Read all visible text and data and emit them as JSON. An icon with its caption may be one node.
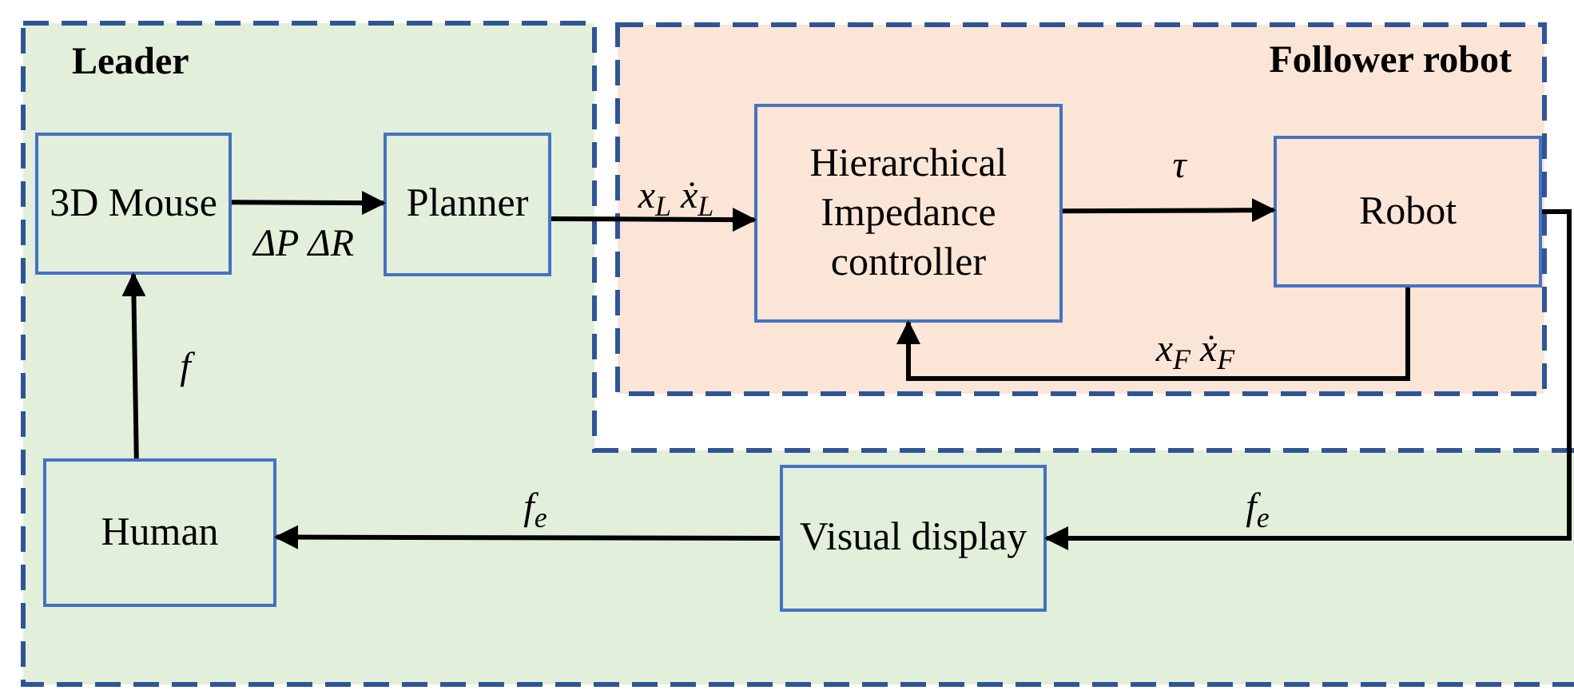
{
  "diagram": {
    "nodes": [
      {
        "text": [
          "Leader"
        ]
      },
      {
        "text": [
          "3D Mouse"
        ],
        "in": 0
      },
      {
        "text": [
          "Planner"
        ],
        "in": 0
      },
      {
        "text": [
          "Human"
        ],
        "in": 0
      },
      {
        "text": [
          "Visual display"
        ],
        "in": 0
      },
      {
        "text": [
          "Follower robot"
        ]
      },
      {
        "text": [
          "Hierarchical Impedance controller"
        ],
        "in": 5
      },
      {
        "text": [
          "Robot"
        ],
        "in": 5
      }
    ],
    "edges": [
      {
        "from": 1,
        "to": 2,
        "arrow": "to",
        "label": "ΔP ΔR"
      },
      {
        "from": 2,
        "to": 6,
        "arrow": "to",
        "label": "x$_{L}$ ẋ$_{L}$"
      },
      {
        "from": 6,
        "to": 7,
        "arrow": "to",
        "label": "τ"
      },
      {
        "from": 7,
        "to": 6,
        "arrow": "to",
        "label": "x$_{F}$ ẋ$_{F}$"
      },
      {
        "from": 3,
        "to": 1,
        "arrow": "to",
        "label": "f"
      },
      {
        "from": 4,
        "to": 3,
        "arrow": "to",
        "label": "f$_{e}$"
      },
      {
        "from": 7,
        "to": 4,
        "arrow": "to",
        "label": "f$_{e}$"
      }
    ]
  }
}
